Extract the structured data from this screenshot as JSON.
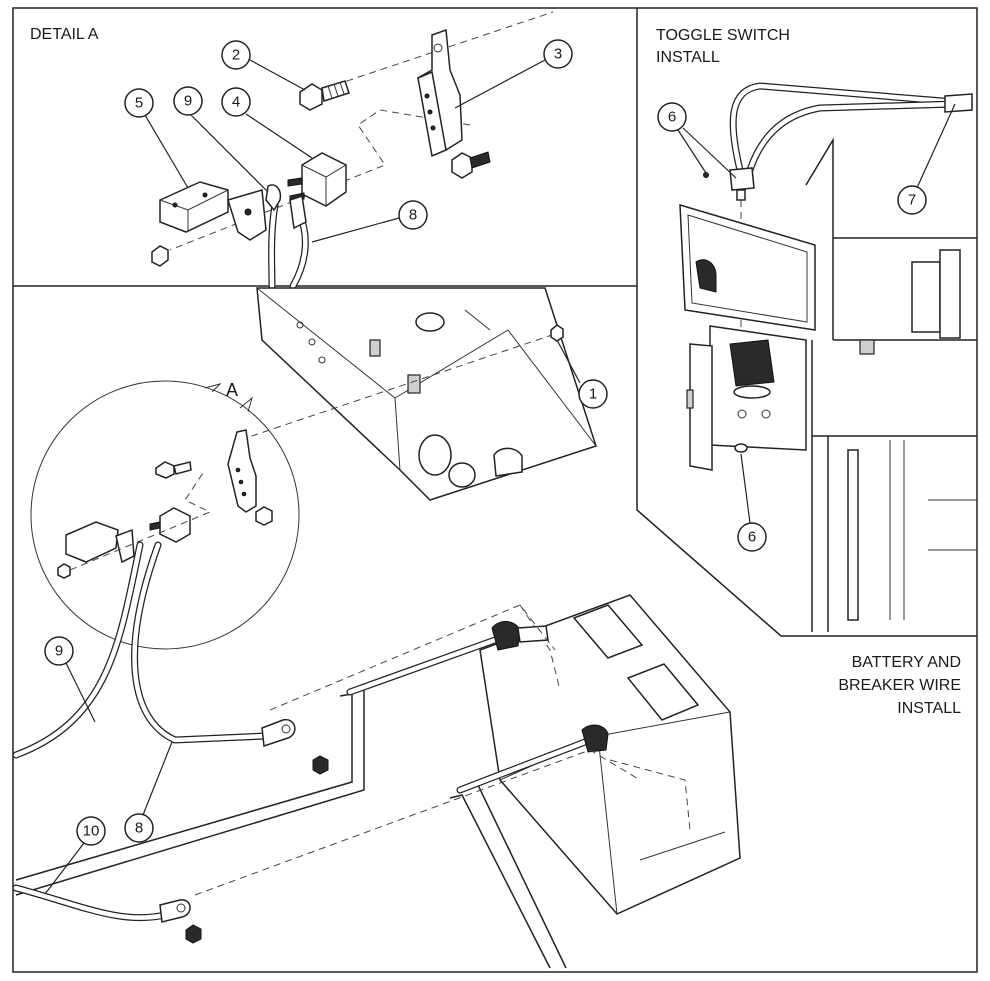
{
  "panels": {
    "detail_a": {
      "title": "DETAIL A"
    },
    "toggle_switch": {
      "title_line1": "TOGGLE SWITCH",
      "title_line2": "INSTALL"
    },
    "main": {
      "caption_line1": "BATTERY AND",
      "caption_line2": "BREAKER WIRE",
      "caption_line3": "INSTALL"
    }
  },
  "detail_marker": {
    "label": "A"
  },
  "callouts": {
    "detail_a": [
      "2",
      "3",
      "5",
      "9",
      "4",
      "8"
    ],
    "toggle": [
      "6",
      "7",
      "6"
    ],
    "main": [
      "1",
      "9",
      "8",
      "10"
    ]
  },
  "colors": {
    "line": "#222222",
    "background": "#ffffff"
  }
}
